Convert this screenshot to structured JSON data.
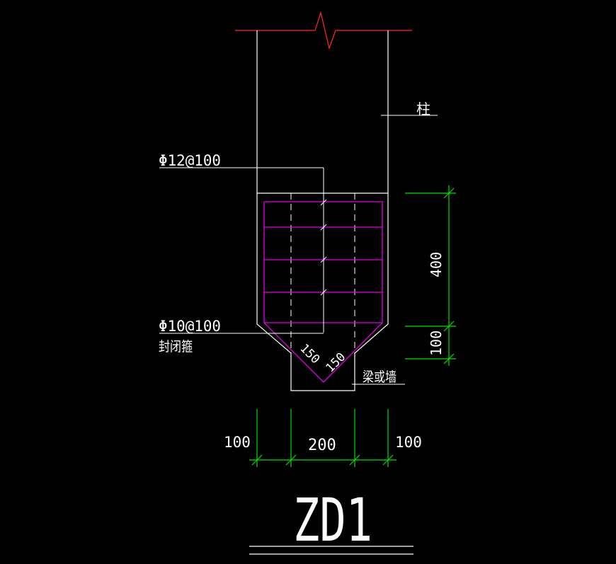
{
  "drawing": {
    "title": "ZD1",
    "colors": {
      "background": "#000000",
      "outline": "#ffffff",
      "rebar": "#ff00ff",
      "dimension": "#00ff00",
      "break_line": "#ff0000",
      "dashed": "#ffffff"
    },
    "labels": {
      "column": "柱",
      "longitudinal_bar": "Φ12@100",
      "stirrup": "Φ10@100",
      "stirrup_note": "封闭箍",
      "beam_or_wall": "梁或墙",
      "chamfer_left": "150",
      "chamfer_right": "150"
    },
    "dimensions": {
      "vertical_upper": "400",
      "vertical_lower": "100",
      "horizontal_left": "100",
      "horizontal_middle": "200",
      "horizontal_right": "100"
    }
  }
}
